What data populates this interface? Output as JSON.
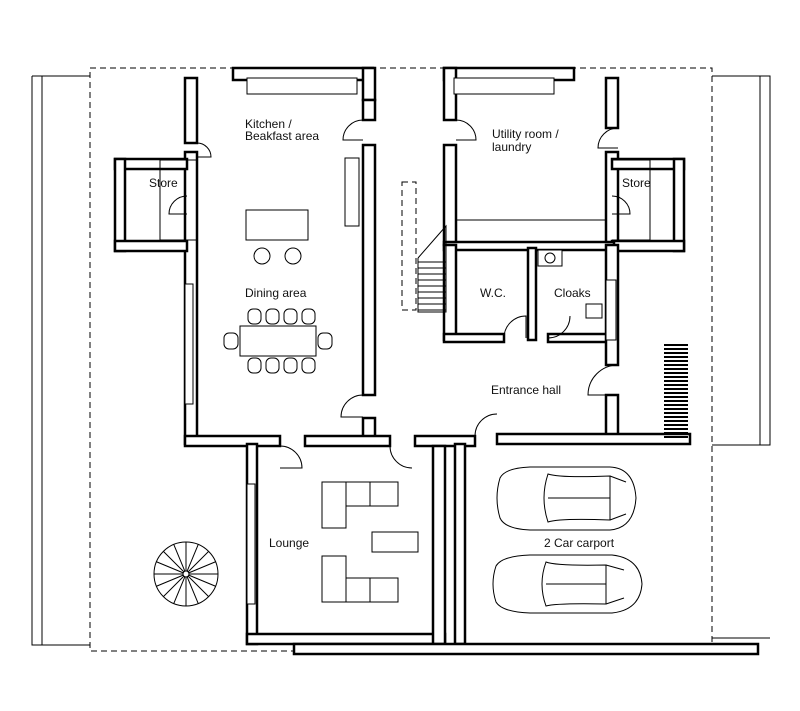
{
  "labels": {
    "kitchen": [
      "Kitchen /",
      "Beakfast area"
    ],
    "utility": [
      "Utility room /",
      "laundry"
    ],
    "store_left": "Store",
    "store_right": "Store",
    "wc": "W.C.",
    "cloaks": "Cloaks",
    "dining": "Dining area",
    "entrance": "Entrance hall",
    "lounge": "Lounge",
    "carport": "2 Car carport"
  },
  "colors": {
    "stroke": "#000000",
    "background": "#ffffff"
  }
}
